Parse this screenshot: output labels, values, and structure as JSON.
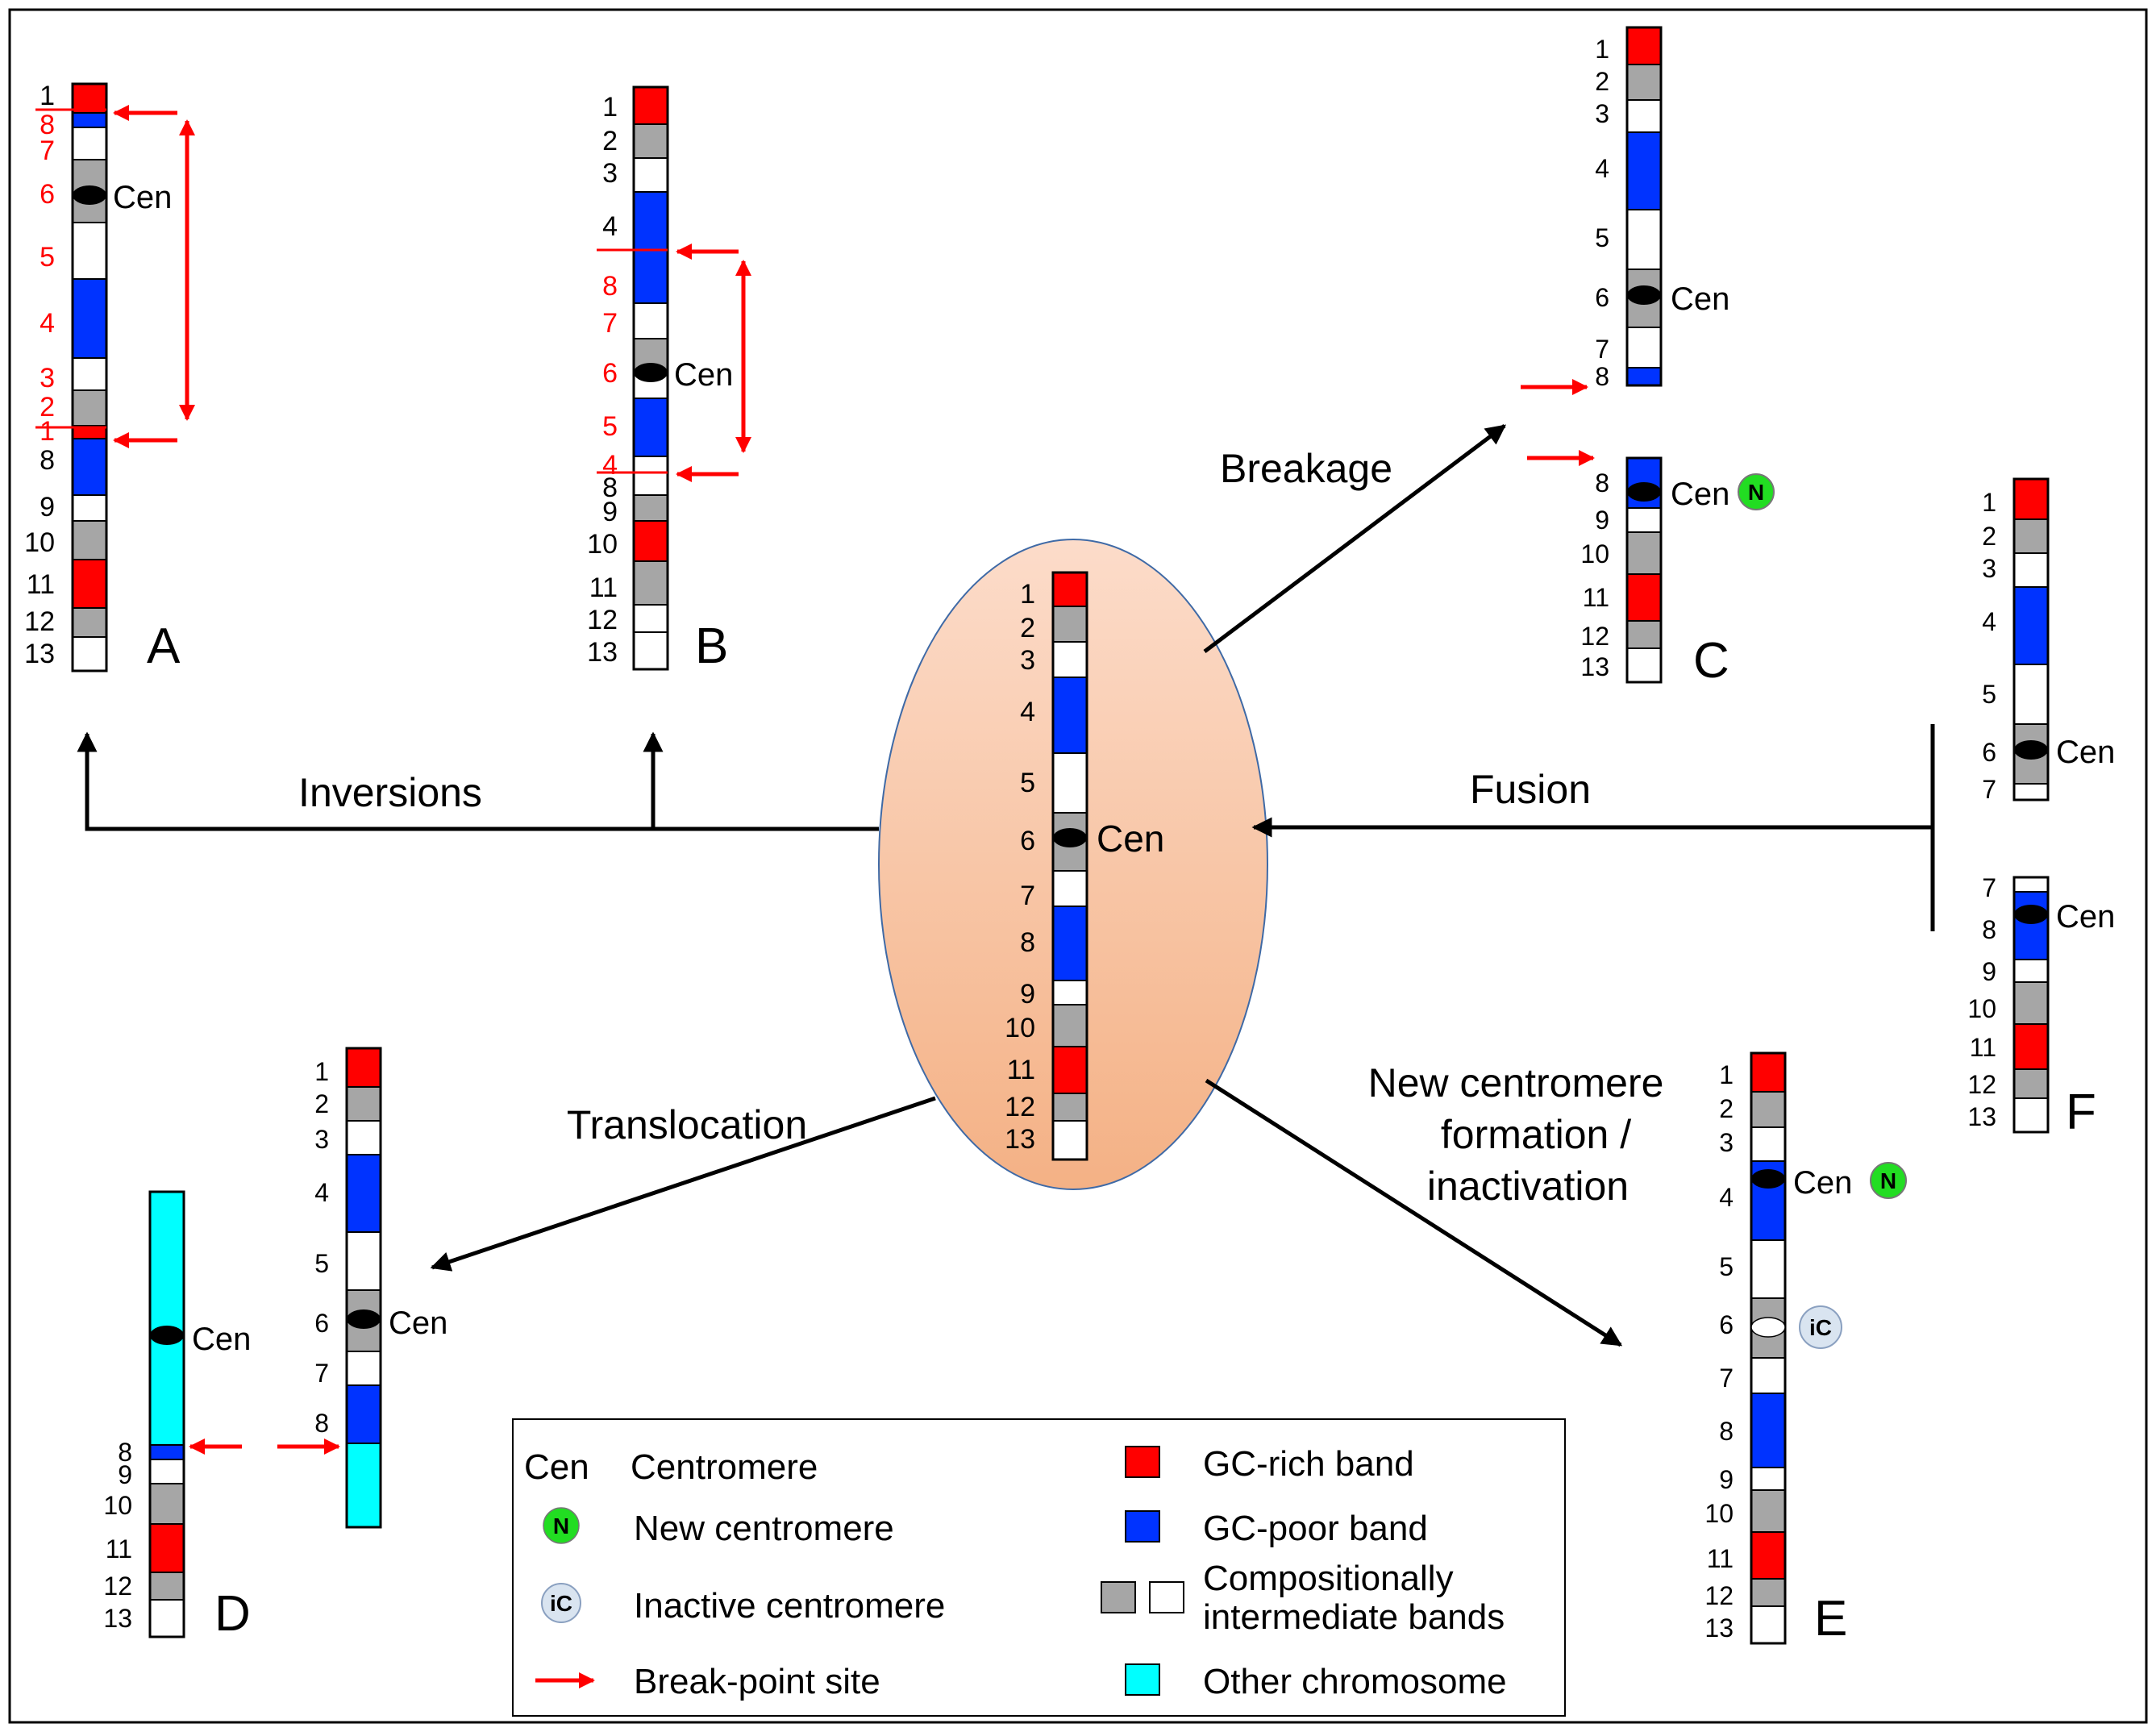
{
  "colors": {
    "gc_rich": "#ff0000",
    "gc_poor": "#0033ff",
    "gray": "#a6a6a6",
    "white": "#ffffff",
    "other": "#00ffff",
    "red_text": "#ff0000",
    "new_cen": "#22dd22",
    "inactive_cen": "#d9e4f0",
    "oval_top": "#fcdcca",
    "oval_bottom": "#f4b185"
  },
  "chromosomes": {
    "center": {
      "bands": [
        "red",
        "gray",
        "white",
        "blue",
        "white",
        "gray",
        "white",
        "blue",
        "white",
        "gray",
        "red",
        "gray",
        "white"
      ],
      "labels": [
        "1",
        "2",
        "3",
        "4",
        "5",
        "6",
        "7",
        "8",
        "9",
        "10",
        "11",
        "12",
        "13"
      ],
      "cen_label": "Cen"
    },
    "A": {
      "letter": "A",
      "bands": [
        "red",
        "blue",
        "white",
        "gray",
        "white",
        "blue",
        "white",
        "gray",
        "red",
        "blue",
        "white",
        "gray",
        "red",
        "gray",
        "white"
      ],
      "labels": [
        "1",
        "8",
        "7",
        "6",
        "5",
        "4",
        "3",
        "2",
        "1",
        "8",
        "9",
        "10",
        "11",
        "12",
        "13"
      ],
      "label_colors": [
        "black",
        "red",
        "red",
        "red",
        "red",
        "red",
        "red",
        "red",
        "red",
        "black",
        "black",
        "black",
        "black",
        "black",
        "black"
      ],
      "cen_label": "Cen"
    },
    "B": {
      "letter": "B",
      "bands": [
        "red",
        "gray",
        "white",
        "blue",
        "blue",
        "white",
        "gray",
        "white",
        "blue",
        "white",
        "gray",
        "red",
        "gray",
        "white"
      ],
      "labels": [
        "1",
        "2",
        "3",
        "4",
        "8",
        "7",
        "6",
        "5",
        "4",
        "8",
        "9",
        "10",
        "11",
        "12",
        "13"
      ],
      "label_colors": [
        "black",
        "black",
        "black",
        "black",
        "red",
        "red",
        "red",
        "red",
        "red",
        "black",
        "black",
        "black",
        "black",
        "black",
        "black"
      ],
      "cen_label": "Cen"
    },
    "C": {
      "letter": "C",
      "top_bands": [
        "red",
        "gray",
        "white",
        "blue",
        "white",
        "gray",
        "white",
        "blue"
      ],
      "top_labels": [
        "1",
        "2",
        "3",
        "4",
        "5",
        "6",
        "7",
        "8"
      ],
      "bottom_bands": [
        "blue",
        "white",
        "gray",
        "red",
        "gray",
        "white"
      ],
      "bottom_labels": [
        "8",
        "9",
        "10",
        "11",
        "12",
        "13"
      ],
      "cen_label": "Cen",
      "new_cen_symbol": "N"
    },
    "D": {
      "letter": "D",
      "left_bands": [
        "cyan",
        "blue",
        "white",
        "gray",
        "red",
        "gray",
        "white"
      ],
      "left_labels": [
        "8",
        "9",
        "10",
        "11",
        "12",
        "13"
      ],
      "right_bands": [
        "red",
        "gray",
        "white",
        "blue",
        "white",
        "gray",
        "white",
        "blue",
        "cyan"
      ],
      "right_labels": [
        "1",
        "2",
        "3",
        "4",
        "5",
        "6",
        "7",
        "8"
      ],
      "cen_label": "Cen"
    },
    "E": {
      "letter": "E",
      "bands": [
        "red",
        "gray",
        "white",
        "blue",
        "white",
        "gray",
        "white",
        "blue",
        "white",
        "gray",
        "red",
        "gray",
        "white"
      ],
      "labels": [
        "1",
        "2",
        "3",
        "4",
        "5",
        "6",
        "7",
        "8",
        "9",
        "10",
        "11",
        "12",
        "13"
      ],
      "cen_label": "Cen",
      "new_cen_symbol": "N",
      "inactive_symbol": "iC"
    },
    "F": {
      "letter": "F",
      "top_bands": [
        "red",
        "gray",
        "white",
        "blue",
        "white",
        "gray",
        "white"
      ],
      "top_labels": [
        "1",
        "2",
        "3",
        "4",
        "5",
        "6",
        "7"
      ],
      "bottom_bands": [
        "white",
        "blue",
        "white",
        "gray",
        "red",
        "gray",
        "white"
      ],
      "bottom_labels": [
        "7",
        "8",
        "9",
        "10",
        "11",
        "12",
        "13"
      ],
      "cen_label": "Cen"
    }
  },
  "processes": {
    "inversions": "Inversions",
    "breakage": "Breakage",
    "fusion": "Fusion",
    "translocation": "Translocation",
    "new_cen_line1": "New centromere",
    "new_cen_line2": "formation /",
    "new_cen_line3": "inactivation"
  },
  "legend": {
    "cen_abbrev": "Cen",
    "cen_desc": "Centromere",
    "new_cen_symbol": "N",
    "new_cen_desc": "New centromere",
    "inactive_symbol": "iC",
    "inactive_desc": "Inactive centromere",
    "breakpoint_desc": "Break-point site",
    "gc_rich_desc": "GC-rich band",
    "gc_poor_desc": "GC-poor band",
    "intermediate_line1": "Compositionally",
    "intermediate_line2": "intermediate bands",
    "other_desc": "Other chromosome"
  }
}
